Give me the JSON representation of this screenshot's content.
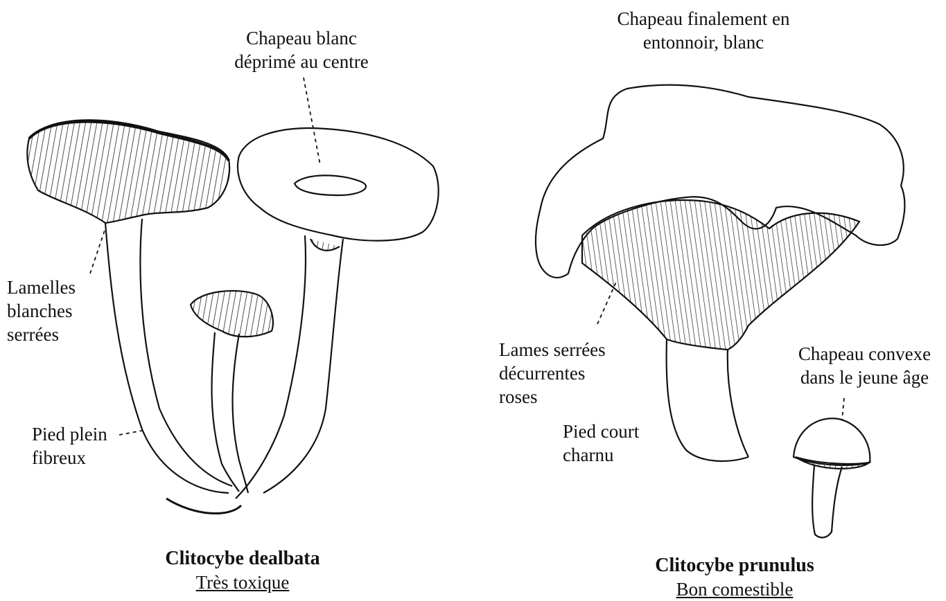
{
  "left_species": {
    "name": "Clitocybe dealbata",
    "edibility": "Très toxique",
    "labels": {
      "cap": [
        "Chapeau blanc",
        "déprimé au centre"
      ],
      "gills": [
        "Lamelles",
        "blanches",
        "serrées"
      ],
      "stem": [
        "Pied plein",
        "fibreux"
      ]
    }
  },
  "right_species": {
    "name": "Clitocybe prunulus",
    "edibility": "Bon comestible",
    "labels": {
      "cap": [
        "Chapeau finalement en",
        "entonnoir, blanc"
      ],
      "gills": [
        "Lames serrées",
        "décurrentes",
        "roses"
      ],
      "stem": [
        "Pied court",
        "charnu"
      ],
      "young_cap": [
        "Chapeau convexe",
        "dans le jeune âge"
      ]
    }
  }
}
